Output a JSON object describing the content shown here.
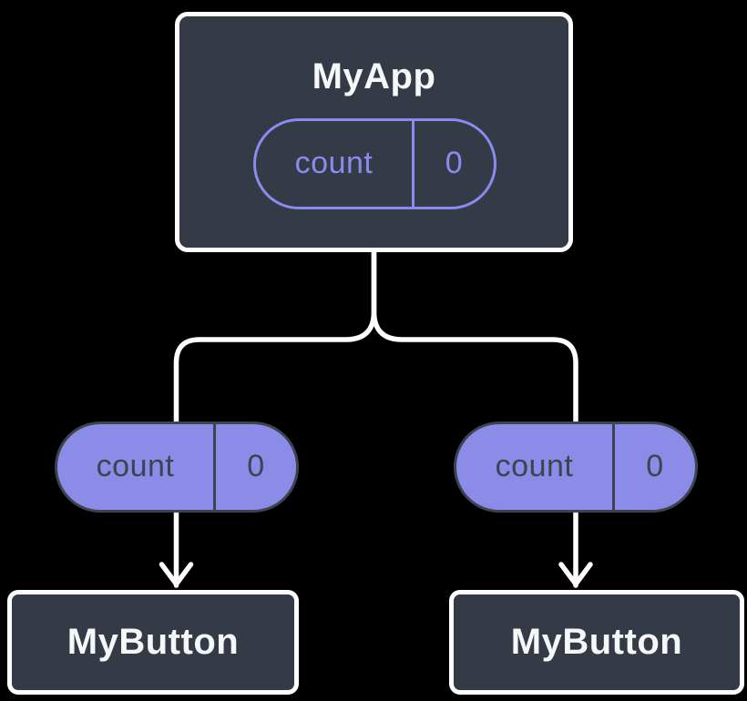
{
  "diagram": {
    "root": {
      "title": "MyApp",
      "state": {
        "label": "count",
        "value": "0"
      }
    },
    "props": [
      {
        "label": "count",
        "value": "0"
      },
      {
        "label": "count",
        "value": "0"
      }
    ],
    "children": [
      {
        "title": "MyButton"
      },
      {
        "title": "MyButton"
      }
    ]
  },
  "theme": {
    "background": "#000000",
    "node_fill": "#343a46",
    "node_border": "#ffffff",
    "node_text": "#f6f7f9",
    "pill_outline": "#8a8af0",
    "pill_fill": "#8a8ce8",
    "pill_dark": "#3d4450",
    "connector": "#ffffff"
  }
}
